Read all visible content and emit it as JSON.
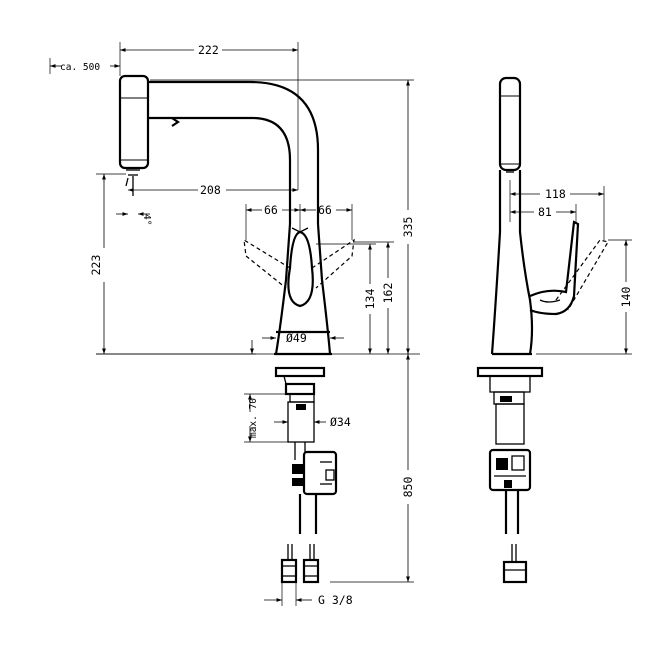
{
  "dimensions": {
    "hose_length": "ca. 500",
    "spout_reach_total": "222",
    "spout_reach": "208",
    "aerator_angle": "4°",
    "lever_swing_left": "66",
    "lever_swing_right": "66",
    "outlet_height": "223",
    "total_height": "335",
    "lever_height_open": "162",
    "body_height": "134",
    "base_diameter": "Ø49",
    "shank_diameter": "Ø34",
    "max_counter_thickness": "max. 70",
    "hose_length_below": "850",
    "connection_thread": "G 3/8",
    "side_reach_outer": "118",
    "side_reach_inner": "81",
    "side_lever_height": "140"
  }
}
